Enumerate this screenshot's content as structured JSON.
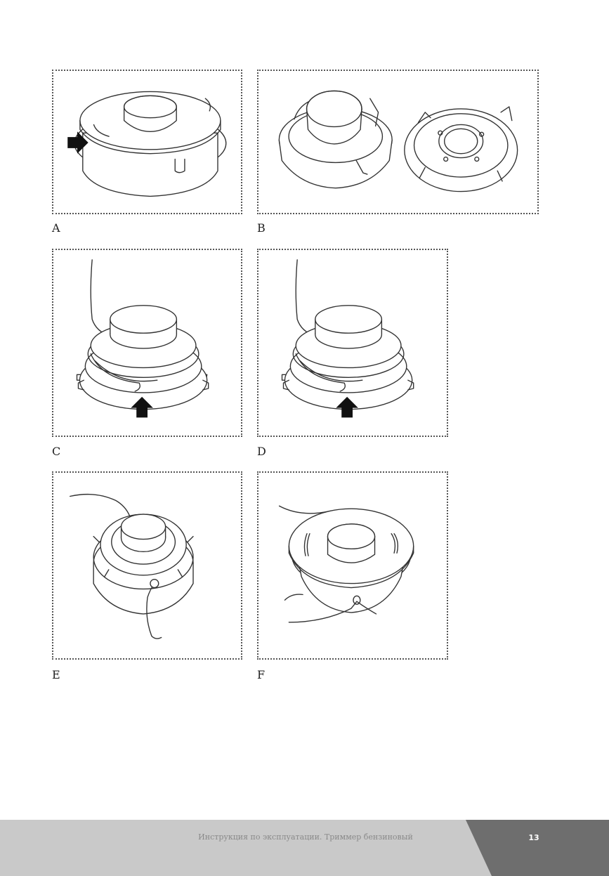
{
  "figures": [
    {
      "id": "A",
      "label": "A"
    },
    {
      "id": "B",
      "label": "B"
    },
    {
      "id": "C",
      "label": "C"
    },
    {
      "id": "D",
      "label": "D"
    },
    {
      "id": "E",
      "label": "E"
    },
    {
      "id": "F",
      "label": "F"
    }
  ],
  "footer": {
    "title": "Инструкция по эксплуатации. Триммер бензиновый",
    "page_number": "13"
  },
  "colors": {
    "footer_light": "#c9c9c9",
    "footer_dark": "#6e6e6e"
  }
}
